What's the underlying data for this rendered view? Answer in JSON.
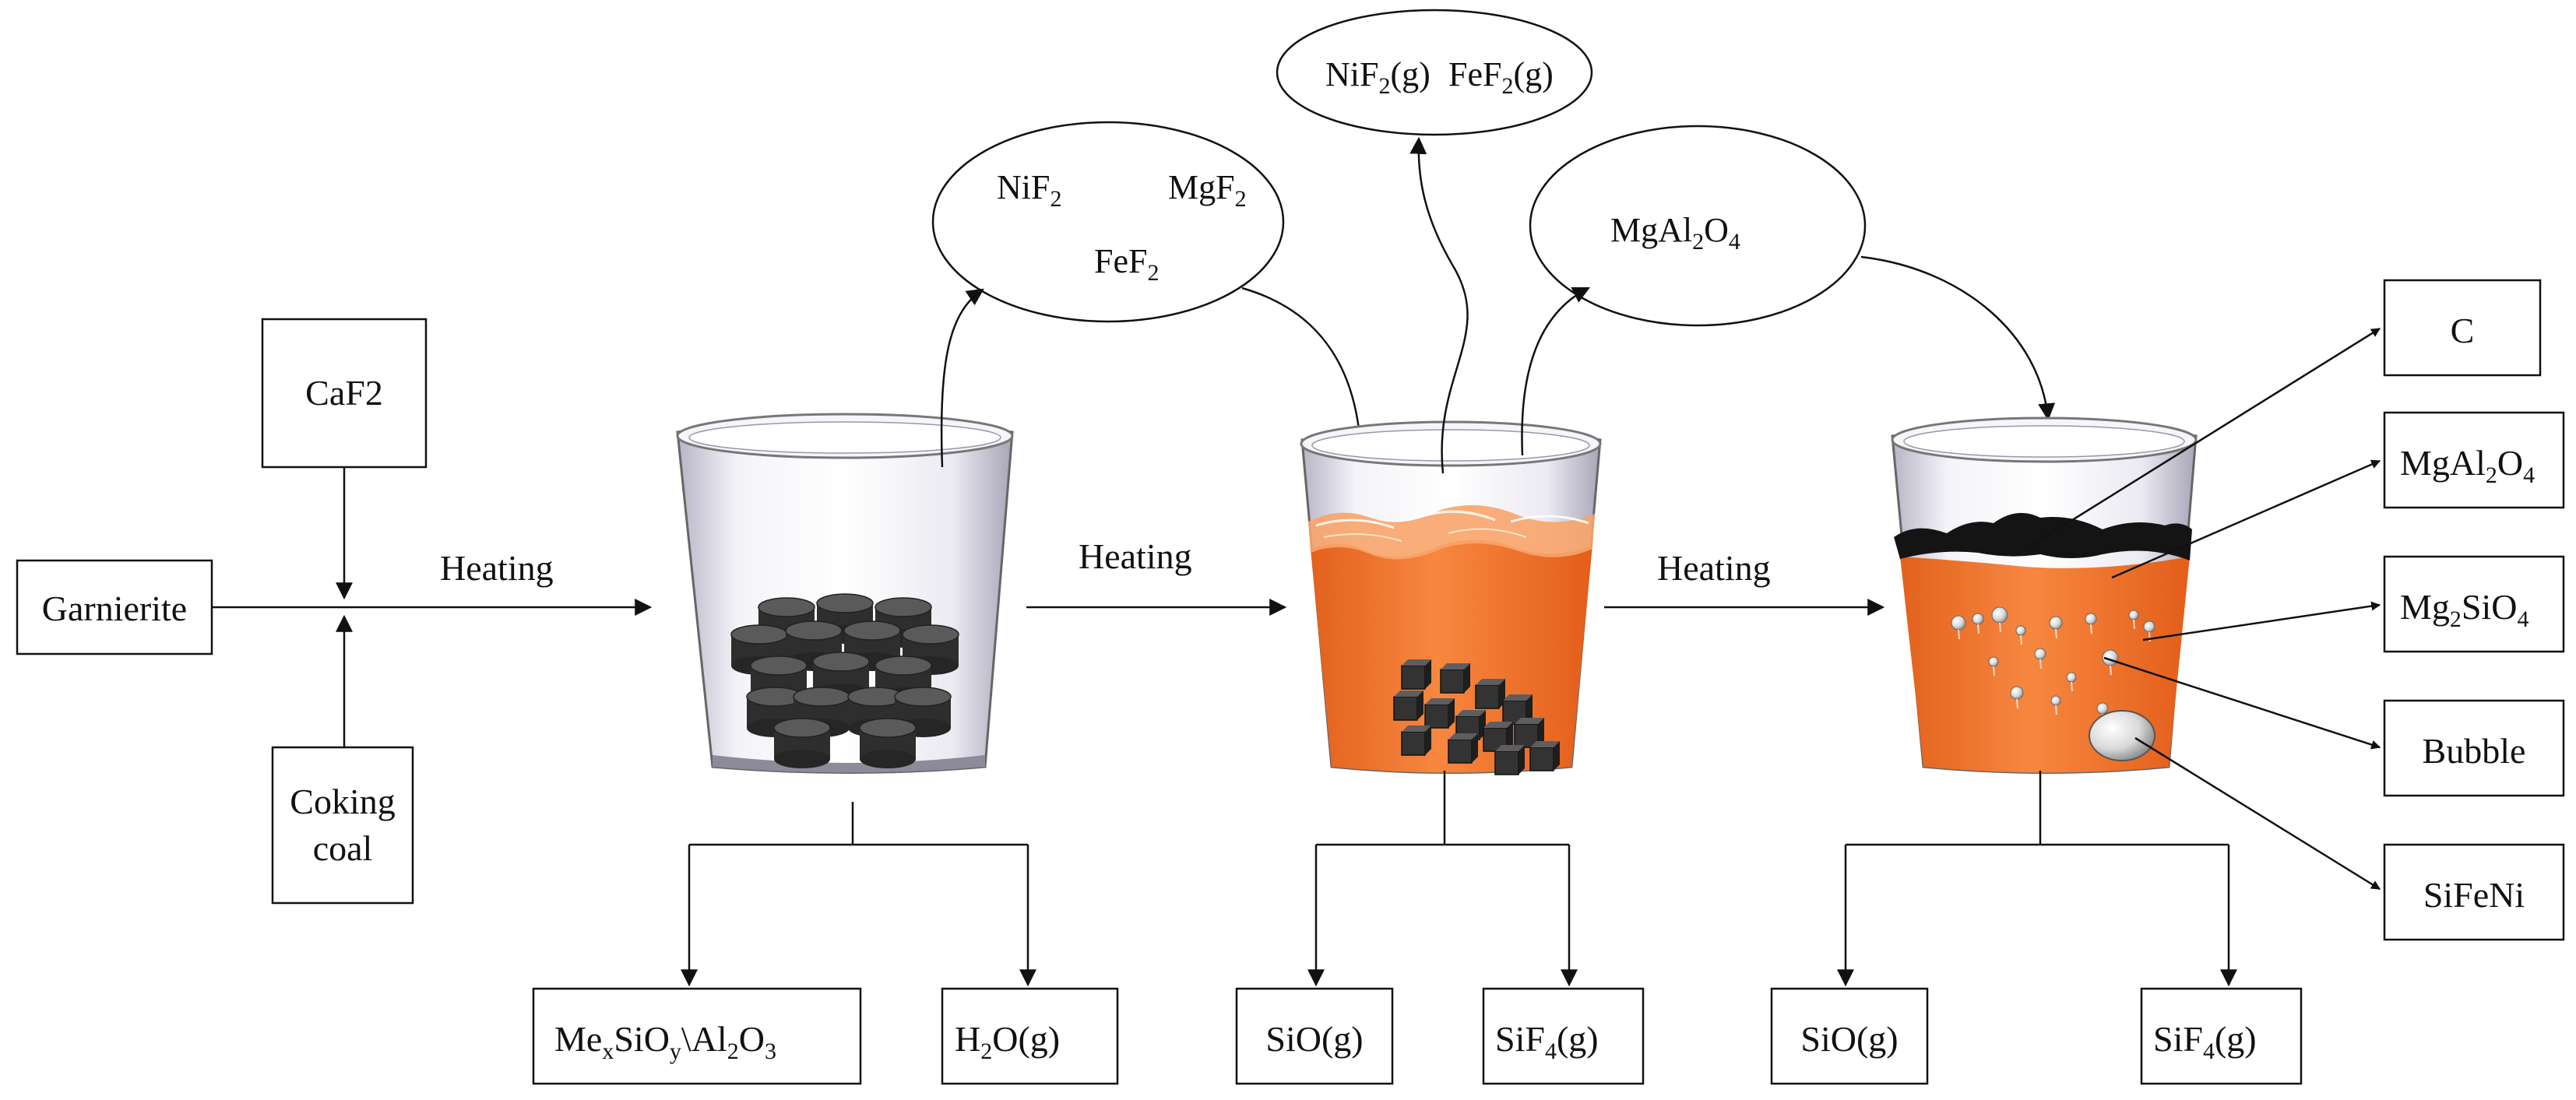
{
  "inputs": {
    "garnierite": "Garnierite",
    "caf2": "CaF2",
    "coking_coal_line1": "Coking",
    "coking_coal_line2": "coal"
  },
  "steps": {
    "heating_1": "Heating",
    "heating_2": "Heating",
    "heating_3": "Heating"
  },
  "stage1": {
    "vapor_ellipse": {
      "nif2": "NiF",
      "mgf2": "MgF",
      "fef2": "FeF",
      "sub": "2"
    },
    "products": {
      "mexsioy": {
        "a": "Me",
        "b": "x",
        "c": "SiO",
        "d": "y",
        "e": "\\Al",
        "f": "2",
        "g": "O",
        "h": "3"
      },
      "h2o": {
        "a": "H",
        "b": "2",
        "c": "O(g)"
      }
    }
  },
  "stage2": {
    "gas_ellipse": {
      "nif2": "NiF",
      "nif2_tail": "(g)",
      "fef2": "FeF",
      "fef2_tail": "(g)",
      "sub": "2"
    },
    "products": {
      "sio": "SiO(g)",
      "sif4": {
        "a": "SiF",
        "b": "4",
        "c": "(g)"
      }
    }
  },
  "stage3": {
    "spinel_ellipse": {
      "a": "MgAl",
      "b": "2",
      "c": "O",
      "d": "4"
    },
    "products": {
      "sio": "SiO(g)",
      "sif4": {
        "a": "SiF",
        "b": "4",
        "c": "(g)"
      }
    },
    "phases": {
      "c": "C",
      "mgal2o4": {
        "a": "MgAl",
        "b": "2",
        "c": "O",
        "d": "4"
      },
      "mg2sio4": {
        "a": "Mg",
        "b": "2",
        "c": "SiO",
        "d": "4"
      },
      "bubble": "Bubble",
      "sifeni": "SiFeNi"
    }
  },
  "colors": {
    "melt_orange": "#f27a3a",
    "melt_light": "#f8a46a",
    "coke_black": "#1a1a1a",
    "pellet_gray": "#3a3a3a",
    "glass": "#e6e4ee"
  }
}
